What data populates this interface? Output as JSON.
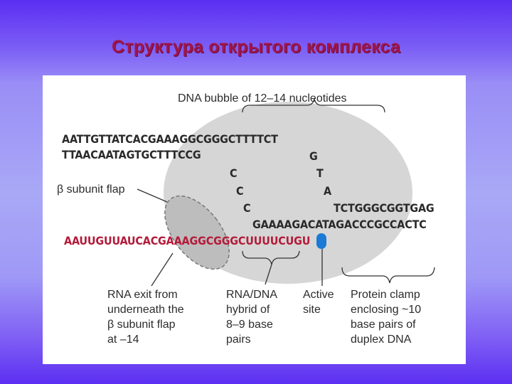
{
  "slide": {
    "title": "Структура открытого комплекса"
  },
  "diagram": {
    "top_label": "DNA bubble of 12–14 nucleotides",
    "dna": {
      "template_strand_top": "AATTGTTATCACGAAAGGCGGGCTTTTCT",
      "nontemplate_strand_left": "TTAACAATAGTGCTTTCCG",
      "bubble_left_bases": [
        "C",
        "C",
        "C"
      ],
      "bubble_right_bases": [
        "G",
        "T",
        "A"
      ],
      "downstream_top": "TCTGGGCGGTGAG",
      "downstream_bottom": "GAAAAGACATAGACCCGCCACTC"
    },
    "rna": {
      "sequence": "AAUUGUUAUCACGAAAGGCGGGCUUUUCUGU"
    },
    "labels": {
      "flap": "β subunit flap",
      "rna_exit": "RNA exit from\nunderneath the\nβ subunit flap\nat –14",
      "hybrid": "RNA/DNA\nhybrid of\n8–9 base\npairs",
      "active_site": "Active\nsite",
      "clamp": "Protein clamp\nenclosing ~10\nbase pairs of\nduplex DNA"
    },
    "colors": {
      "rna": "#b31b3a",
      "active_site": "#1a7ad6",
      "polymerase": "#d6d6d6",
      "flap": "#bdbdbd",
      "title": "#a0154a"
    }
  }
}
